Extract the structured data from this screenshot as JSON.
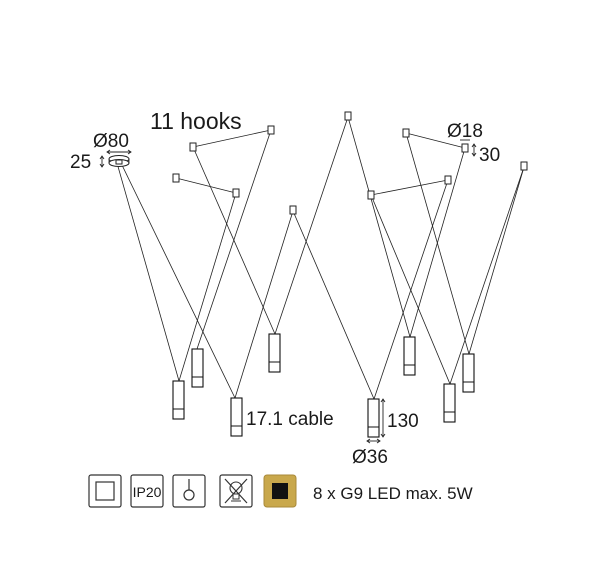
{
  "labels": {
    "hooks": "11 hooks",
    "canopy_diameter": "Ø80",
    "canopy_height": "25",
    "hook_diameter": "Ø18",
    "hook_height": "30",
    "cable_length": "17.1 cable",
    "lamp_height": "130",
    "lamp_diameter": "Ø36",
    "rating_text": "8 x G9 LED max. 5W"
  },
  "icons": [
    {
      "name": "class-ii-insulation-icon",
      "text": ""
    },
    {
      "name": "ip-rating-icon",
      "text": "IP20"
    },
    {
      "name": "pendant-mount-icon",
      "text": ""
    },
    {
      "name": "no-bulb-included-icon",
      "text": ""
    },
    {
      "name": "black-finish-swatch-icon",
      "text": ""
    }
  ],
  "colors": {
    "line": "#222222",
    "finish_swatch_bg": "#c9a84c",
    "finish_swatch_fg": "#111111"
  }
}
